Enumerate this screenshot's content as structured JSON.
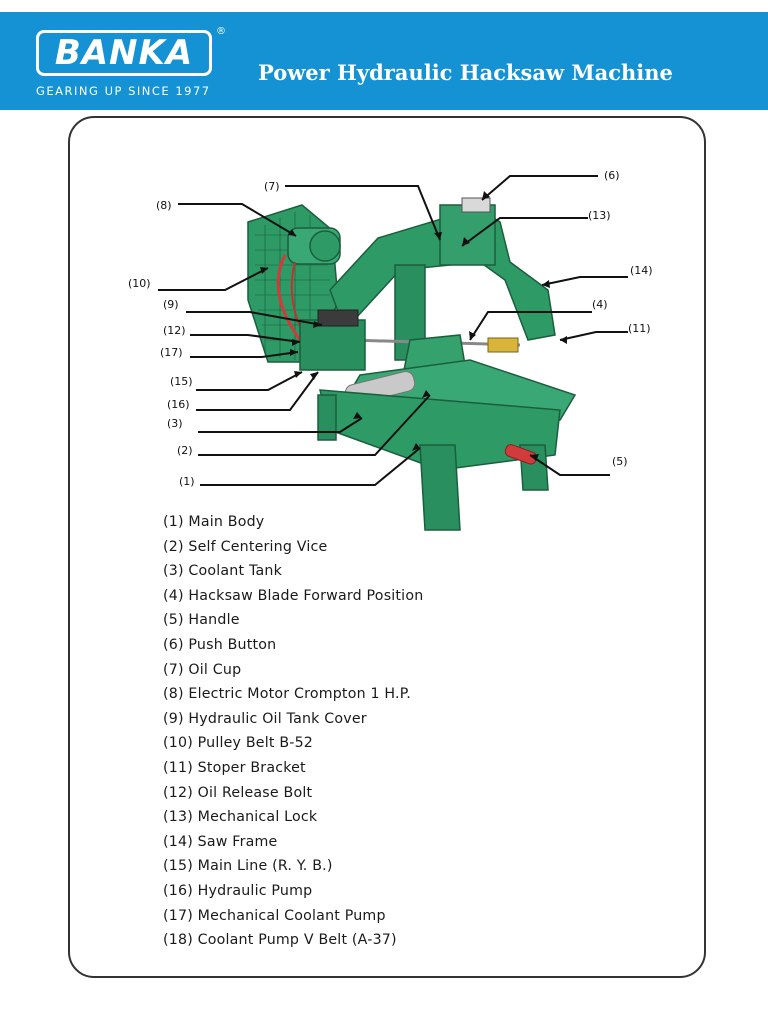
{
  "header": {
    "brand": "BANKA",
    "registered": "®",
    "tagline": "GEARING UP SINCE 1977",
    "title": "Power Hydraulic Hacksaw Machine"
  },
  "colors": {
    "header_blue": "#1492d3",
    "machine_green": "#2e9a66",
    "frame_border": "#333333"
  },
  "callouts": {
    "c1": "(1)",
    "c2": "(2)",
    "c3": "(3)",
    "c4": "(4)",
    "c5": "(5)",
    "c6": "(6)",
    "c7": "(7)",
    "c8": "(8)",
    "c9": "(9)",
    "c10": "(10)",
    "c11": "(11)",
    "c12": "(12)",
    "c13": "(13)",
    "c14": "(14)",
    "c15": "(15)",
    "c16": "(16)",
    "c17": "(17)"
  },
  "legend": [
    "(1) Main Body",
    "(2) Self  Centering Vice",
    "(3) Coolant  Tank",
    "(4) Hacksaw  Blade  Forward  Position",
    "(5) Handle",
    "(6) Push  Button",
    "(7) Oil Cup",
    "(8) Electric Motor  Crompton 1  H.P.",
    "(9) Hydraulic  Oil  Tank Cover",
    "(10)  Pulley  Belt  B-52",
    "(11)  Stoper  Bracket",
    "(12)  Oil  Release  Bolt",
    "(13)  Mechanical  Lock",
    "(14)  Saw  Frame",
    "(15)  Main Line  (R.  Y.  B.)",
    "(16)  Hydraulic  Pump",
    "(17)  Mechanical  Coolant  Pump",
    "(18)  Coolant  Pump  V Belt  (A-37)"
  ]
}
